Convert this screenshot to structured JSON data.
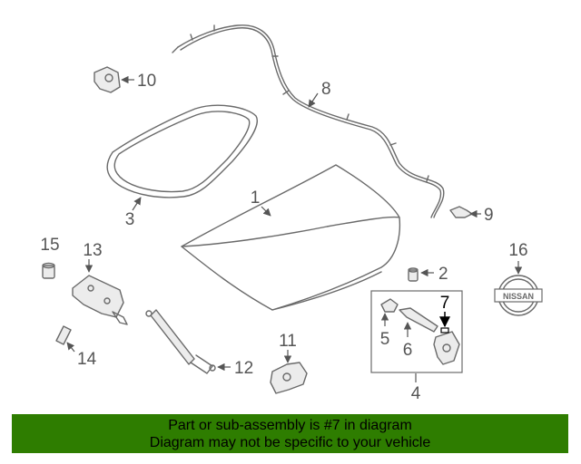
{
  "callouts": {
    "c1": "1",
    "c2": "2",
    "c3": "3",
    "c4": "4",
    "c5": "5",
    "c6": "6",
    "c7": "7",
    "c8": "8",
    "c9": "9",
    "c10": "10",
    "c11": "11",
    "c12": "12",
    "c13": "13",
    "c14": "14",
    "c15": "15",
    "c16": "16"
  },
  "emblem_text": "NISSAN",
  "highlighted_part": "7",
  "banner": {
    "line1": "Part or sub-assembly is #7 in diagram",
    "line2": "Diagram may not be specific to your vehicle",
    "color": "#2e7d00"
  }
}
